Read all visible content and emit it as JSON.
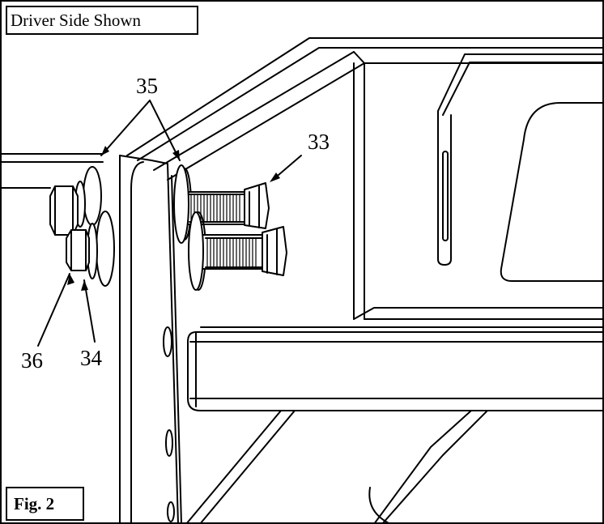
{
  "caption": "Driver Side Shown",
  "figure_label": "Fig. 2",
  "callouts": {
    "c33": "33",
    "c34": "34",
    "c35": "35",
    "c36": "36"
  },
  "colors": {
    "line": "#000000",
    "background": "#ffffff"
  }
}
